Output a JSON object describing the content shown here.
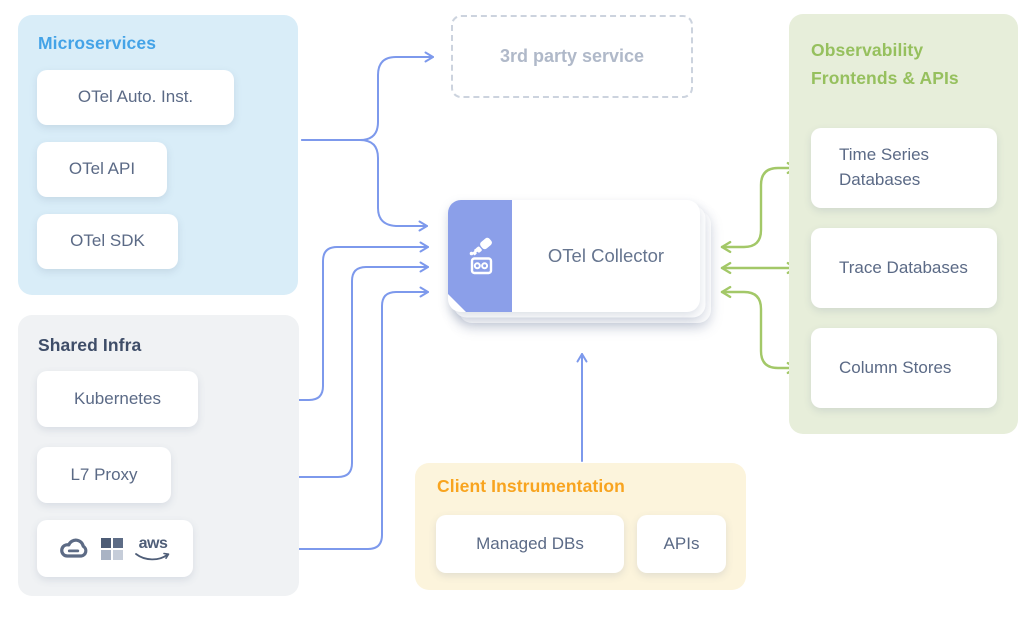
{
  "microservices": {
    "title": "Microservices",
    "items": [
      "OTel Auto. Inst.",
      "OTel API",
      "OTel SDK"
    ]
  },
  "shared_infra": {
    "title": "Shared Infra",
    "items": [
      "Kubernetes",
      "L7 Proxy"
    ],
    "cloud_providers": {
      "icons": [
        "google-cloud-icon",
        "microsoft-icon",
        "aws-icon"
      ],
      "aws_label": "aws"
    }
  },
  "third_party": {
    "label": "3rd party service"
  },
  "collector": {
    "label": "OTel Collector",
    "icon": "otel-collector-telescope-icon"
  },
  "client_instrumentation": {
    "title": "Client Instrumentation",
    "items": [
      "Managed DBs",
      "APIs"
    ]
  },
  "observability": {
    "title_line1": "Observability",
    "title_line2": "Frontends & APIs",
    "items": [
      "Time Series Databases",
      "Trace Databases",
      "Column Stores"
    ]
  },
  "colors": {
    "microservices_bg": "#d9edf8",
    "microservices_title": "#44a3e7",
    "shared_infra_bg": "#f0f2f4",
    "shared_infra_title": "#3e4d68",
    "client_bg": "#fcf4dc",
    "client_title": "#f8a41f",
    "observability_bg": "#e7eeda",
    "observability_title": "#96c05e",
    "blue_arrow": "#7d99ec",
    "green_arrow": "#a3c868",
    "collector_tab": "#8b9fe9",
    "node_text": "#5b6a86",
    "third_party_text": "#b0b9c9"
  }
}
